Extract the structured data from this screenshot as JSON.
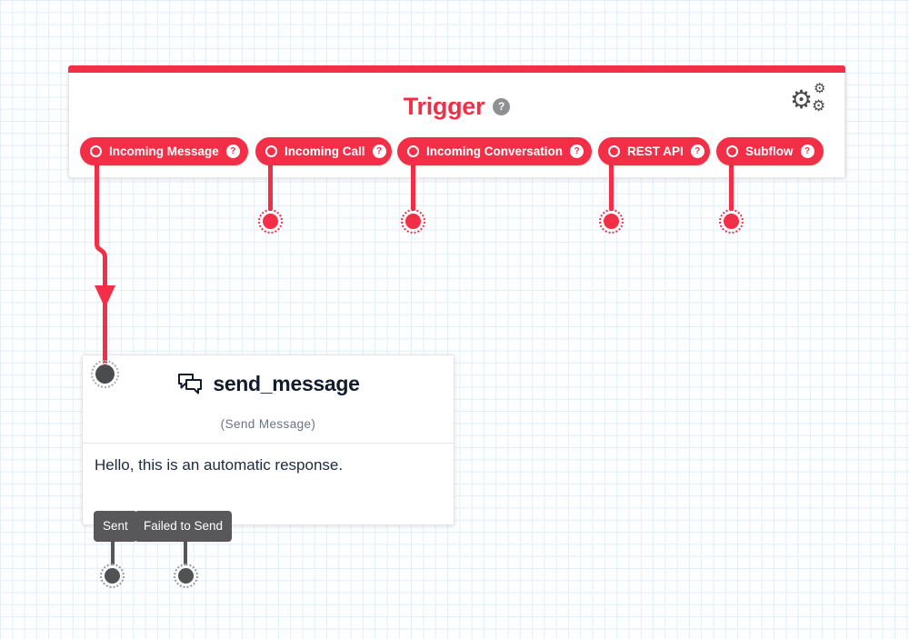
{
  "trigger": {
    "title": "Trigger",
    "transitions": [
      {
        "label": "Incoming Message"
      },
      {
        "label": "Incoming Call"
      },
      {
        "label": "Incoming Conversation"
      },
      {
        "label": "REST API"
      },
      {
        "label": "Subflow"
      }
    ]
  },
  "widget": {
    "name": "send_message",
    "type_label": "(Send Message)",
    "body": "Hello, this is an automatic response.",
    "transitions": [
      {
        "label": "Sent"
      },
      {
        "label": "Failed to Send"
      }
    ]
  },
  "icons": {
    "question_mark": "?",
    "gear": "⚙"
  },
  "colors": {
    "accent_red": "#f22f46",
    "ink": "#121c2d",
    "subtitle_gray": "#6b7280",
    "tab_gray": "#58585a",
    "port_gray": "#515254",
    "grid_line": "#e3edf9"
  }
}
